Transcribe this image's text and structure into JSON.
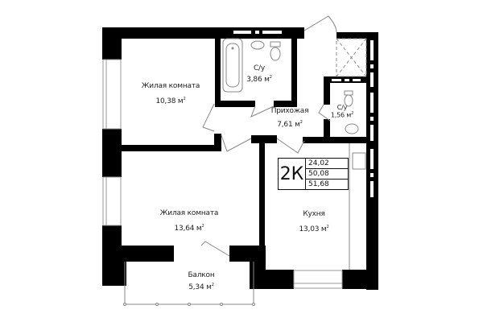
{
  "plan": {
    "type": "apartment floor plan",
    "apartment_type": {
      "label": "2К",
      "living_area": "24,02",
      "total_area": "50,08",
      "total_area_with_balcony": "51,68"
    },
    "rooms": [
      {
        "id": "living1",
        "name": "Жилая комната",
        "area": "10,38",
        "unit": "м"
      },
      {
        "id": "bath1",
        "name": "С/у",
        "area": "3,86",
        "unit": "м"
      },
      {
        "id": "hall",
        "name": "Прихожая",
        "area": "7,61",
        "unit": "м"
      },
      {
        "id": "bath2",
        "name": "С/у",
        "area": "1,56",
        "unit": "м"
      },
      {
        "id": "living2",
        "name": "Жилая комната",
        "area": "13,64",
        "unit": "м"
      },
      {
        "id": "kitchen",
        "name": "Кухня",
        "area": "13,03",
        "unit": "м"
      },
      {
        "id": "balcony",
        "name": "Балкон",
        "area": "5,34",
        "unit": "м"
      }
    ],
    "unit_superscript": "2",
    "colors": {
      "wall": "#000000",
      "line": "#888888",
      "background": "#ffffff"
    }
  }
}
